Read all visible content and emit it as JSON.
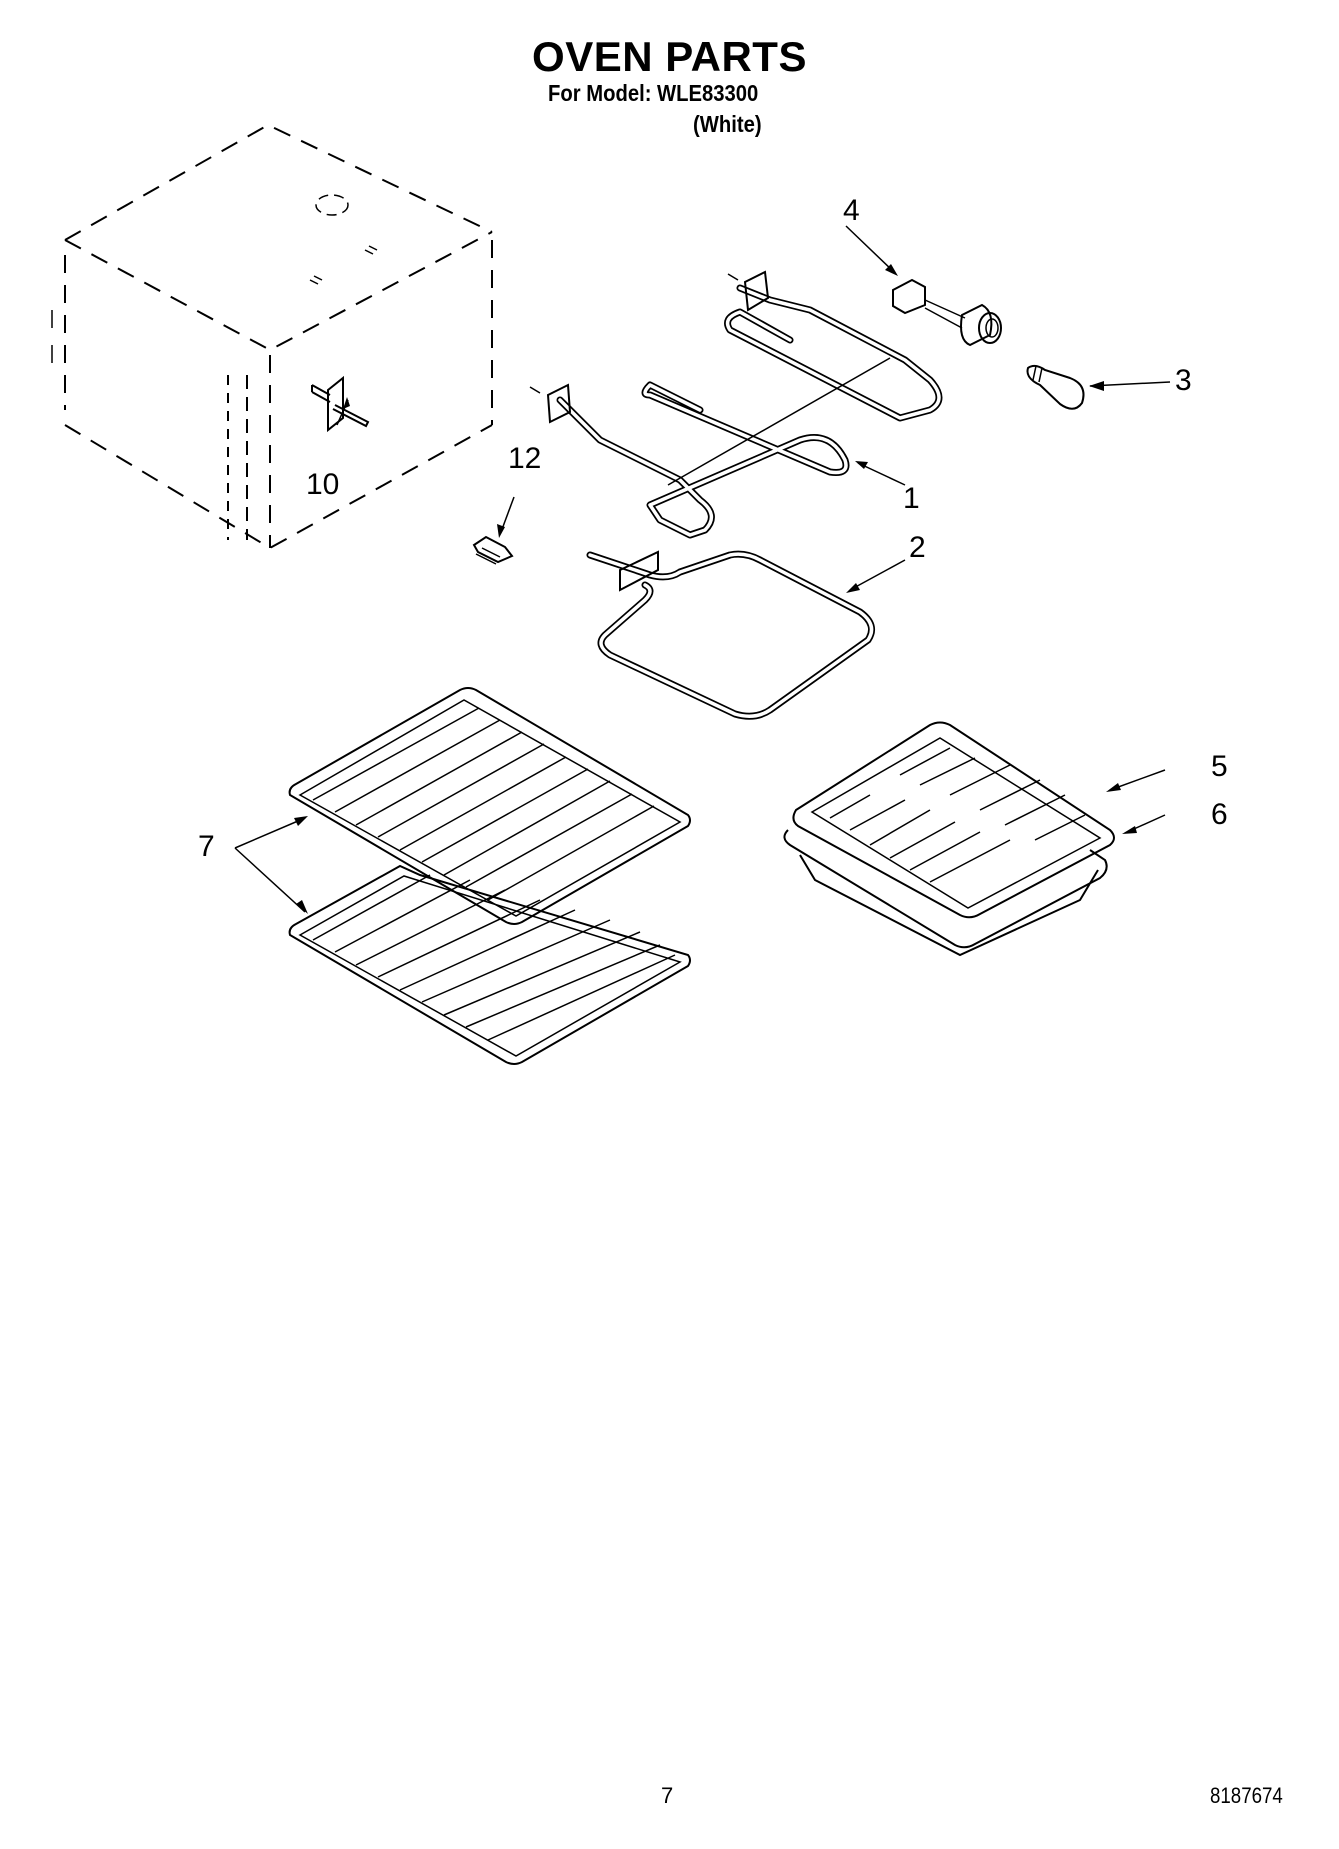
{
  "header": {
    "title": "OVEN PARTS",
    "model_line": "For Model: WLE83300",
    "variant": "(White)"
  },
  "callouts": [
    {
      "id": "1",
      "label": "1",
      "part": "broil-element"
    },
    {
      "id": "2",
      "label": "2",
      "part": "bake-element"
    },
    {
      "id": "3",
      "label": "3",
      "part": "light-bulb"
    },
    {
      "id": "4",
      "label": "4",
      "part": "light-socket"
    },
    {
      "id": "5",
      "label": "5",
      "part": "broiler-pan-grid"
    },
    {
      "id": "6",
      "label": "6",
      "part": "broiler-pan"
    },
    {
      "id": "7",
      "label": "7",
      "part": "oven-racks"
    },
    {
      "id": "10",
      "label": "10",
      "part": "temperature-sensor"
    },
    {
      "id": "12",
      "label": "12",
      "part": "clip"
    }
  ],
  "footer": {
    "page_number": "7",
    "document_number": "8187674"
  }
}
